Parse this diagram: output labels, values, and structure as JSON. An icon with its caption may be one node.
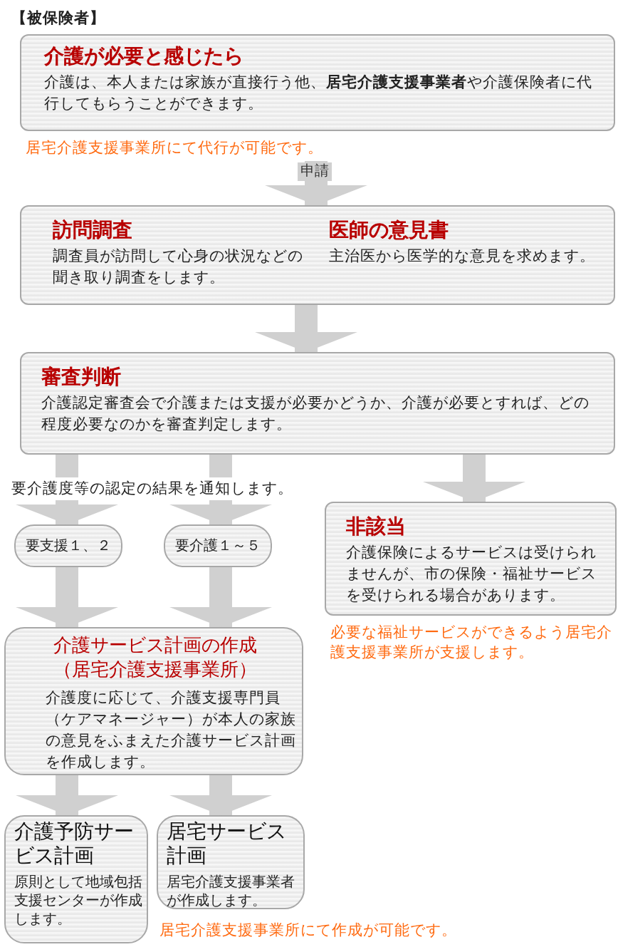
{
  "diagram": {
    "nodes": [
      {
        "text": [
          "介護が必要と感じたら",
          "介護は、本人または家族が直接行う他、**居宅介護支援事業者**や介護保険者に代行してもらうことができます。"
        ],
        "beside": [
          "居宅介護支援事業所にて代行が可能です。"
        ]
      },
      {
        "text": [
          "訪問調査",
          "調査員が訪問して心身の状況などの聞き取り調査をします。",
          "医師の意見書",
          "主治医から医学的な意見を求めます。"
        ]
      },
      {
        "text": [
          "審査判断",
          "介護認定審査会で介護または支援が必要かどうか、介護が必要とすれば、どの程度必要なのかを審査判定します。"
        ]
      },
      {
        "text": [
          "要支援１、２"
        ]
      },
      {
        "text": [
          "要介護１～５"
        ]
      },
      {
        "text": [
          "非該当",
          "介護保険によるサービスは受けられませんが、市の保険・福祉サービスを受けられる場合があります。"
        ],
        "beside": [
          "必要な福祉サービスができるよう居宅介護支援事業所が支援します。"
        ]
      },
      {
        "text": [
          "介護サービス計画の作成（居宅介護支援事業所）",
          "介護度に応じて、介護支援専門員（ケアマネージャー）が本人の家族の意見をふまえた介護サービス計画を作成します。"
        ]
      },
      {
        "text": [
          "介護予防サービス計画",
          "原則として地域包括支援センターが作成します。"
        ]
      },
      {
        "text": [
          "居宅サービス計画",
          "居宅介護支援事業者が作成します。"
        ],
        "beside": [
          "居宅介護支援事業所にて作成が可能です。"
        ]
      }
    ],
    "edges": [
      {
        "from": 0,
        "to": 1,
        "arrow": "to",
        "label": "申請"
      },
      {
        "from": 1,
        "to": 2,
        "arrow": "to"
      },
      {
        "from": 2,
        "to": 3,
        "arrow": "to"
      },
      {
        "from": 2,
        "to": 4,
        "arrow": "to"
      },
      {
        "from": 2,
        "to": 5,
        "arrow": "to"
      },
      {
        "from": 3,
        "to": 6,
        "arrow": "to"
      },
      {
        "from": 4,
        "to": 6,
        "arrow": "to"
      },
      {
        "from": 6,
        "to": 7,
        "arrow": "to"
      },
      {
        "from": 6,
        "to": 8,
        "arrow": "to"
      }
    ],
    "labels": [
      "【被保険者】",
      "要介護度等の認定の結果を通知します。"
    ]
  }
}
